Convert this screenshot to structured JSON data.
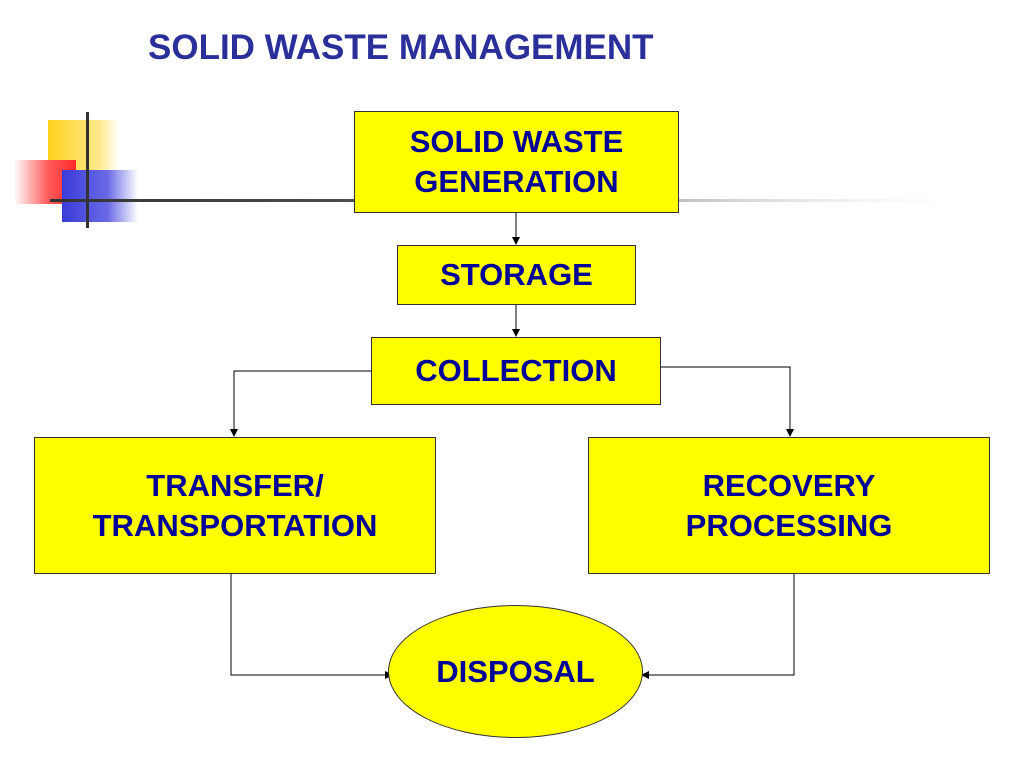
{
  "title": "SOLID WASTE MANAGEMENT",
  "colors": {
    "title": "#2b2f9a",
    "box_fill": "#ffff00",
    "box_text": "#000099",
    "border": "#333333"
  },
  "nodes": {
    "generation": {
      "line1": "SOLID WASTE",
      "line2": "GENERATION"
    },
    "storage": {
      "label": "STORAGE"
    },
    "collection": {
      "label": "COLLECTION"
    },
    "transfer": {
      "line1": "TRANSFER/",
      "line2": "TRANSPORTATION"
    },
    "recovery": {
      "line1": "RECOVERY",
      "line2": "PROCESSING"
    },
    "disposal": {
      "label": "DISPOSAL"
    }
  },
  "decoration": {
    "icon": "colored-squares-crosshair-icon"
  }
}
